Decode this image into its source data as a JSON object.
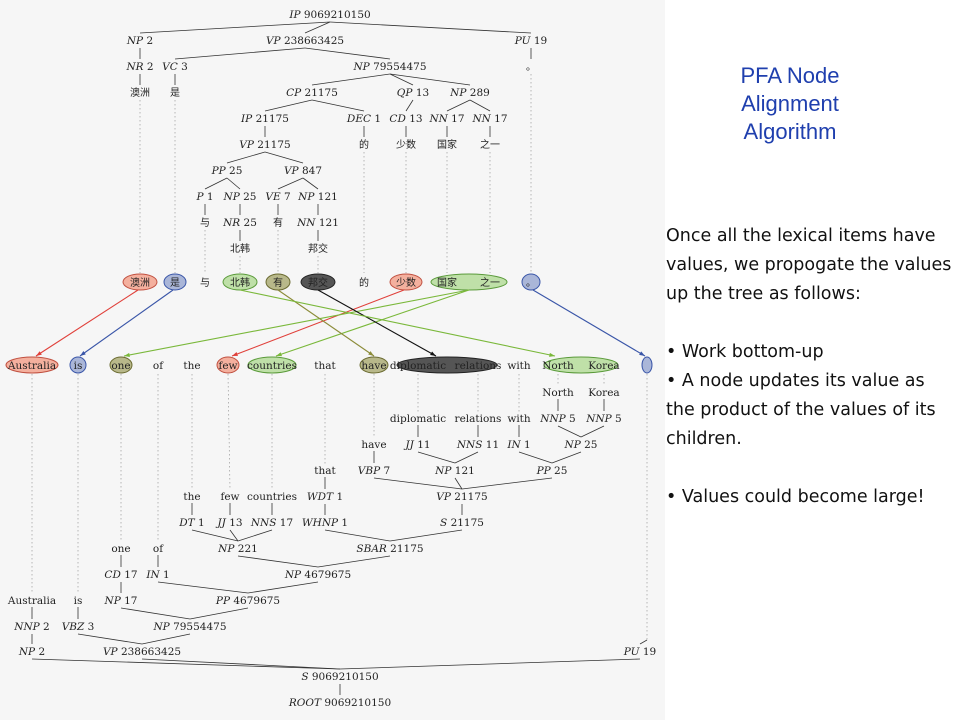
{
  "title": "PFA Node Alignment Algorithm",
  "intro": "Once all the lexical items have values, we propogate the values up the tree as follows:",
  "bullets": [
    "Work bottom-up",
    "A node updates its value as the product of the values of its children.",
    "Values could become large!"
  ],
  "colors": {
    "title": "#1f3fae",
    "red": "#e0403a",
    "blue": "#3a56a8",
    "green": "#7ab83a",
    "olive": "#8c8c3a",
    "black": "#111111"
  },
  "chinese_tree": {
    "nodes": [
      {
        "id": "IP0",
        "tag": "IP",
        "val": "9069210150"
      },
      {
        "id": "NP2",
        "tag": "NP",
        "val": "2"
      },
      {
        "id": "VP238",
        "tag": "VP",
        "val": "238663425"
      },
      {
        "id": "PU19",
        "tag": "PU",
        "val": "19"
      },
      {
        "id": "NR2",
        "tag": "NR",
        "val": "2"
      },
      {
        "id": "VC3",
        "tag": "VC",
        "val": "3"
      },
      {
        "id": "NP795",
        "tag": "NP",
        "val": "79554475"
      },
      {
        "id": "CP",
        "tag": "CP",
        "val": "21175"
      },
      {
        "id": "QP",
        "tag": "QP",
        "val": "13"
      },
      {
        "id": "NP289",
        "tag": "NP",
        "val": "289"
      },
      {
        "id": "IPc",
        "tag": "IP",
        "val": "21175"
      },
      {
        "id": "DEC",
        "tag": "DEC",
        "val": "1"
      },
      {
        "id": "CD13",
        "tag": "CD",
        "val": "13"
      },
      {
        "id": "NN17a",
        "tag": "NN",
        "val": "17"
      },
      {
        "id": "NN17b",
        "tag": "NN",
        "val": "17"
      },
      {
        "id": "VPc",
        "tag": "VP",
        "val": "21175"
      },
      {
        "id": "PP25",
        "tag": "PP",
        "val": "25"
      },
      {
        "id": "VP847",
        "tag": "VP",
        "val": "847"
      },
      {
        "id": "P1",
        "tag": "P",
        "val": "1"
      },
      {
        "id": "NP25",
        "tag": "NP",
        "val": "25"
      },
      {
        "id": "VE7",
        "tag": "VE",
        "val": "7"
      },
      {
        "id": "NP121",
        "tag": "NP",
        "val": "121"
      },
      {
        "id": "NR25",
        "tag": "NR",
        "val": "25"
      },
      {
        "id": "NN121",
        "tag": "NN",
        "val": "121"
      }
    ],
    "words": [
      "澳洲",
      "是",
      "与",
      "北韩",
      "有",
      "邦交",
      "的",
      "少数",
      "国家",
      "之一",
      "。"
    ],
    "bubbles": [
      "澳洲",
      "是",
      "与",
      "北韩",
      "有",
      "邦交",
      "的",
      "少数",
      "国家",
      "之一",
      "。"
    ]
  },
  "english_words": [
    "Australia",
    "is",
    "one",
    "of",
    "the",
    "few",
    "countries",
    "that",
    "have",
    "diplomatic",
    "relations",
    "with",
    "North",
    "Korea"
  ],
  "english_tree": {
    "nodes": [
      {
        "id": "ROOT",
        "tag": "ROOT",
        "val": "9069210150"
      },
      {
        "id": "S0",
        "tag": "S",
        "val": "9069210150"
      },
      {
        "id": "NP2e",
        "tag": "NP",
        "val": "2"
      },
      {
        "id": "VP238e",
        "tag": "VP",
        "val": "238663425"
      },
      {
        "id": "PU19e",
        "tag": "PU",
        "val": "19"
      },
      {
        "id": "NNP2",
        "tag": "NNP",
        "val": "2"
      },
      {
        "id": "VBZ3",
        "tag": "VBZ",
        "val": "3"
      },
      {
        "id": "NP795e",
        "tag": "NP",
        "val": "79554475"
      },
      {
        "id": "NP17",
        "tag": "NP",
        "val": "17"
      },
      {
        "id": "PP467",
        "tag": "PP",
        "val": "4679675"
      },
      {
        "id": "CD17",
        "tag": "CD",
        "val": "17"
      },
      {
        "id": "IN1a",
        "tag": "IN",
        "val": "1"
      },
      {
        "id": "NP467",
        "tag": "NP",
        "val": "4679675"
      },
      {
        "id": "NP221",
        "tag": "NP",
        "val": "221"
      },
      {
        "id": "SBAR",
        "tag": "SBAR",
        "val": "21175"
      },
      {
        "id": "DT1",
        "tag": "DT",
        "val": "1"
      },
      {
        "id": "JJ13",
        "tag": "JJ",
        "val": "13"
      },
      {
        "id": "NNS17",
        "tag": "NNS",
        "val": "17"
      },
      {
        "id": "WHNP1",
        "tag": "WHNP",
        "val": "1"
      },
      {
        "id": "S21175",
        "tag": "S",
        "val": "21175"
      },
      {
        "id": "WDT1",
        "tag": "WDT",
        "val": "1"
      },
      {
        "id": "VP21175",
        "tag": "VP",
        "val": "21175"
      },
      {
        "id": "VBP7",
        "tag": "VBP",
        "val": "7"
      },
      {
        "id": "NP121e",
        "tag": "NP",
        "val": "121"
      },
      {
        "id": "PP25e",
        "tag": "PP",
        "val": "25"
      },
      {
        "id": "JJ11",
        "tag": "JJ",
        "val": "11"
      },
      {
        "id": "NNS11",
        "tag": "NNS",
        "val": "11"
      },
      {
        "id": "IN1b",
        "tag": "IN",
        "val": "1"
      },
      {
        "id": "NP25e",
        "tag": "NP",
        "val": "25"
      },
      {
        "id": "NNP5a",
        "tag": "NNP",
        "val": "5"
      },
      {
        "id": "NNP5b",
        "tag": "NNP",
        "val": "5"
      }
    ]
  }
}
